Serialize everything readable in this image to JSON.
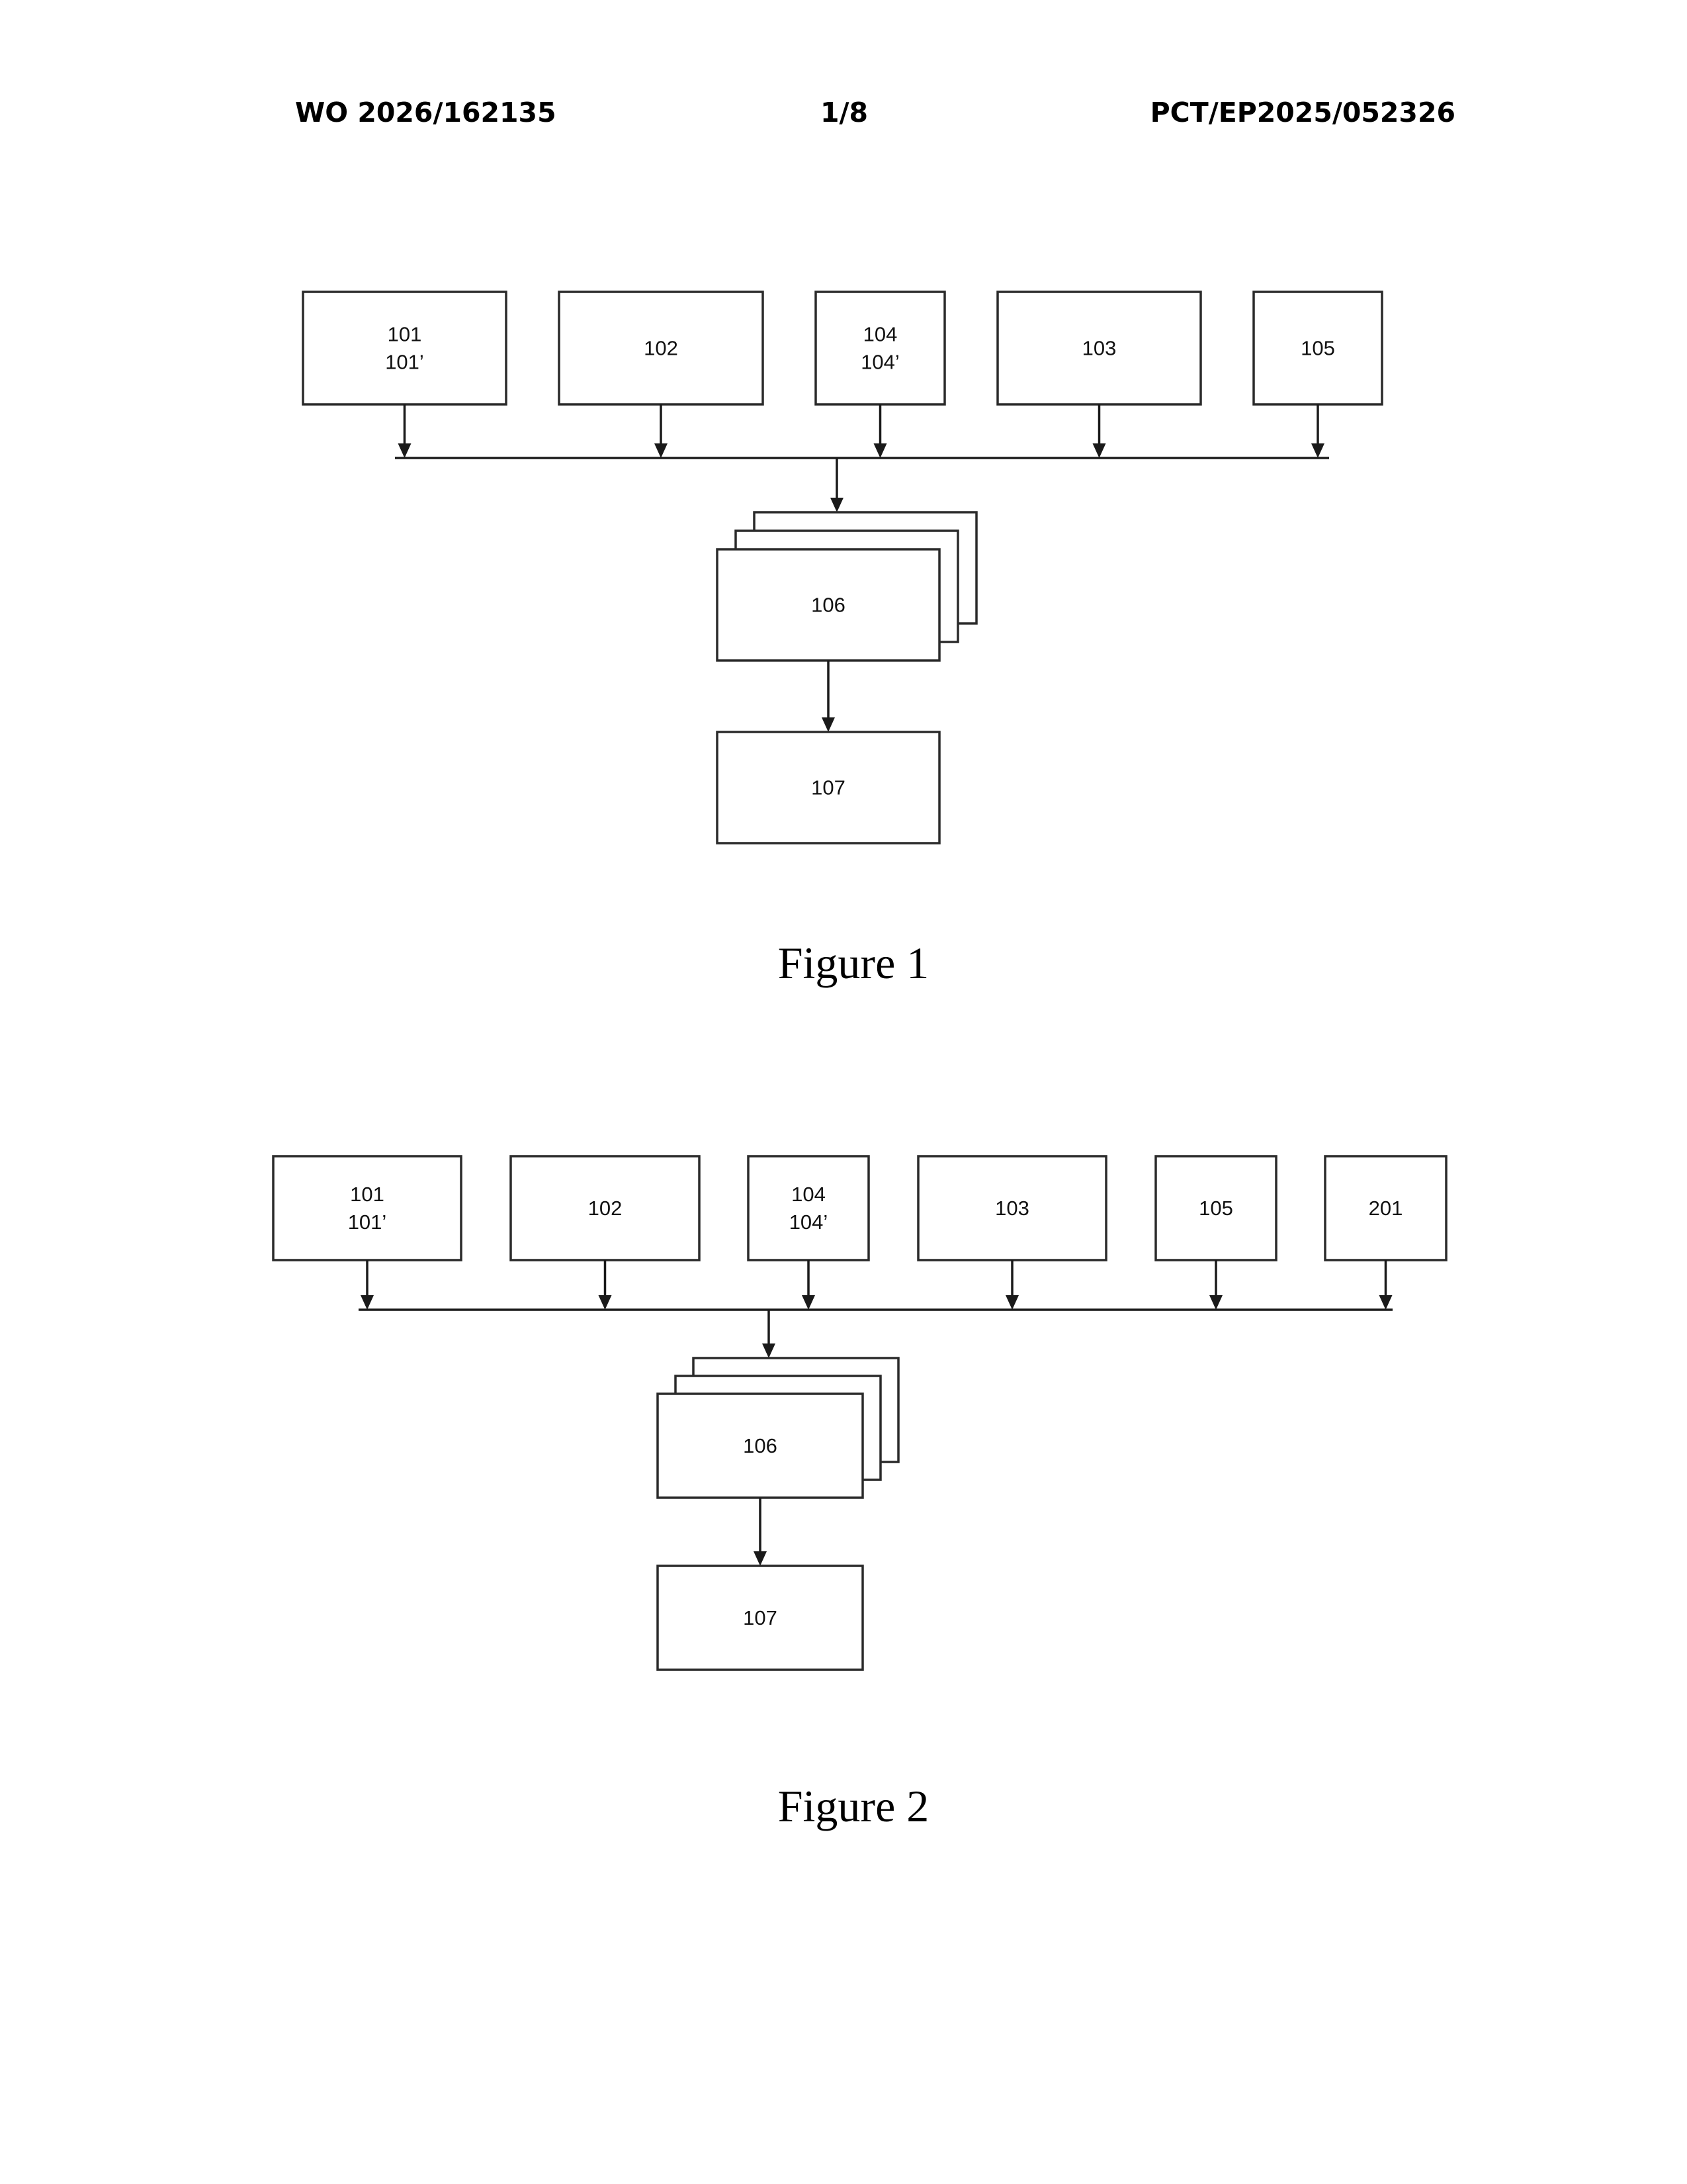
{
  "header": {
    "left": "WO 2026/162135",
    "center": "1/8",
    "right": "PCT/EP2025/052326"
  },
  "figures": [
    {
      "caption": "Figure 1",
      "top_blocks": [
        [
          "101",
          "101’"
        ],
        [
          "102"
        ],
        [
          "104",
          "104’"
        ],
        [
          "103"
        ],
        [
          "105"
        ]
      ],
      "stacked_block": [
        "106"
      ],
      "output_block": [
        "107"
      ]
    },
    {
      "caption": "Figure 2",
      "top_blocks": [
        [
          "101",
          "101’"
        ],
        [
          "102"
        ],
        [
          "104",
          "104’"
        ],
        [
          "103"
        ],
        [
          "105"
        ],
        [
          "201"
        ]
      ],
      "stacked_block": [
        "106"
      ],
      "output_block": [
        "107"
      ]
    }
  ]
}
